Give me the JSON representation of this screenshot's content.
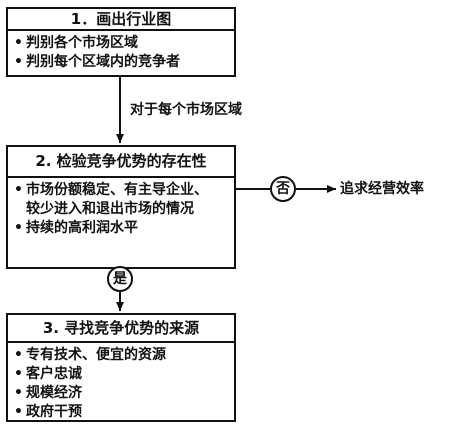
{
  "box1": {
    "title": "1．画出行业图",
    "items": [
      "判别各个市场区域",
      "判别每个区域内的竞争者"
    ]
  },
  "edge_label_each": "对于每个市场区域",
  "box2": {
    "title": "2. 检验竞争优势的存在性",
    "items": [
      "市场份额稳定、有主导企业、\n较少进入和退出市场的情况",
      "持续的高利润水平"
    ]
  },
  "node_no": "否",
  "node_no_target": "追求经营效率",
  "node_yes": "是",
  "box3": {
    "title": "3. 寻找竞争优势的来源",
    "items": [
      "专有技术、便宜的资源",
      "客户忠诚",
      "规模经济",
      "政府干预"
    ]
  },
  "bullet": "•"
}
